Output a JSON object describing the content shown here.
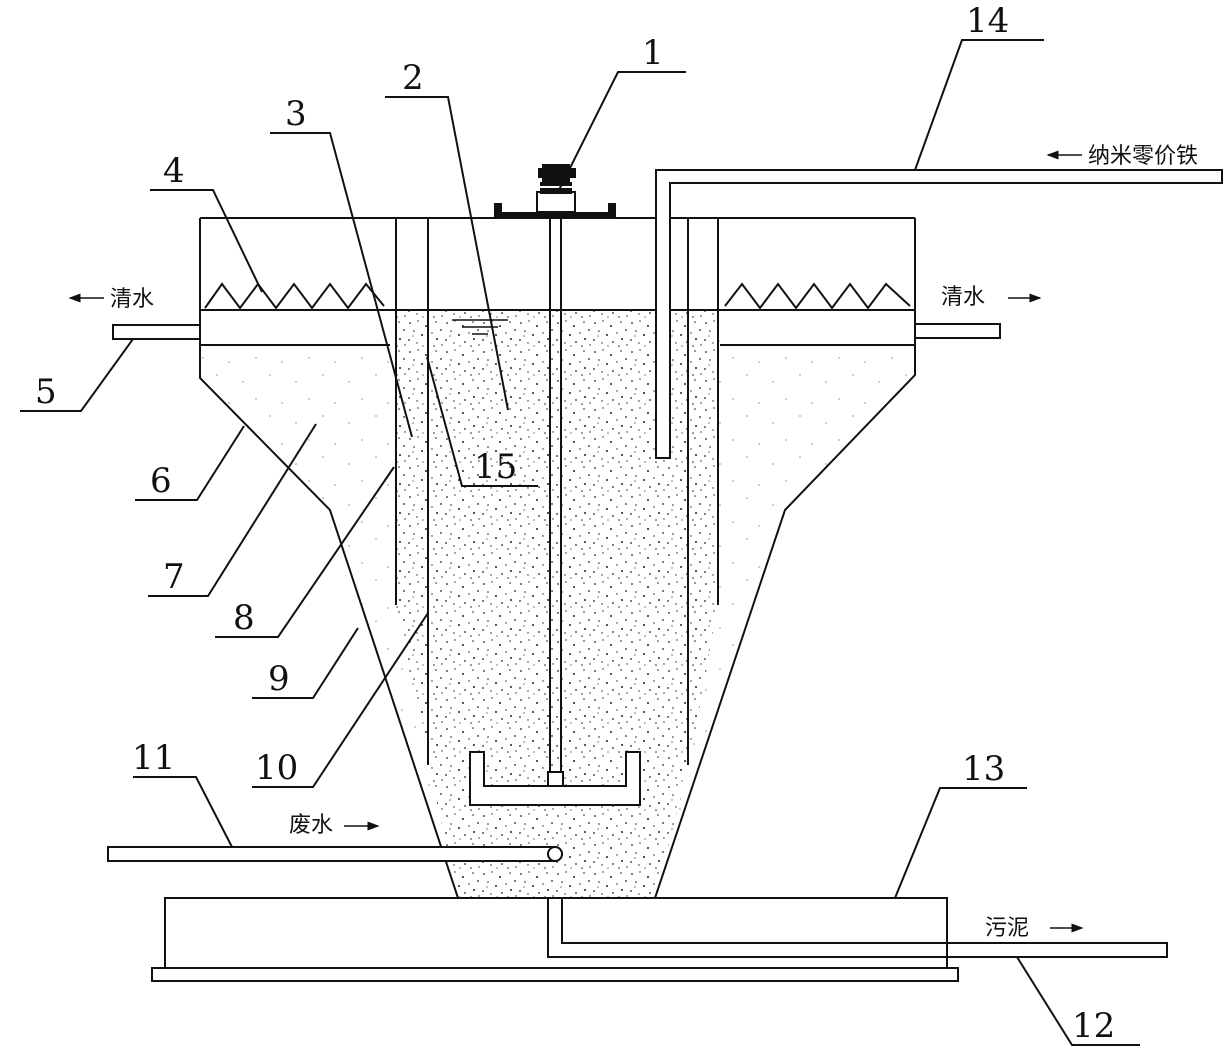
{
  "labels": {
    "n1": "1",
    "n2": "2",
    "n3": "3",
    "n4": "4",
    "n5": "5",
    "n6": "6",
    "n7": "7",
    "n8": "8",
    "n9": "9",
    "n10": "10",
    "n11": "11",
    "n12": "12",
    "n13": "13",
    "n14": "14",
    "n15": "15"
  },
  "flows": {
    "clear_water_left": "清水",
    "clear_water_right": "清水",
    "nano_iron": "纳米零价铁",
    "wastewater": "废水",
    "sludge": "污泥"
  },
  "colors": {
    "line": "#111111",
    "fill": "#ffffff",
    "speckle": "#222222"
  }
}
